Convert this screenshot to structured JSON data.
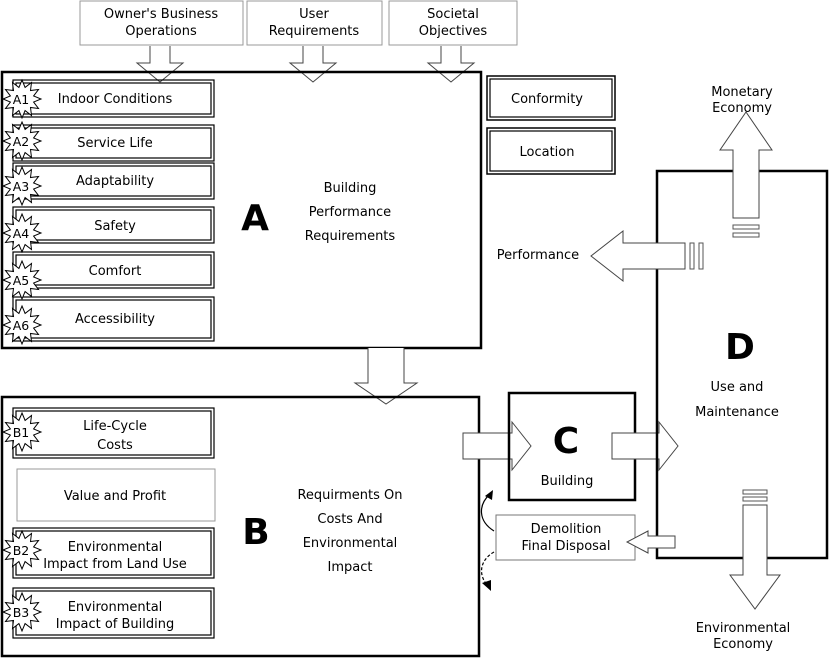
{
  "top_inputs": [
    {
      "line1": "Owner's Business",
      "line2": "Operations"
    },
    {
      "line1": "User",
      "line2": "Requirements"
    },
    {
      "line1": "Societal",
      "line2": "Objectives"
    }
  ],
  "section_a": {
    "letter": "A",
    "title_lines": [
      "Building",
      "Performance",
      "Requirements"
    ],
    "items": [
      {
        "tag": "A1",
        "label": "Indoor Conditions"
      },
      {
        "tag": "A2",
        "label": "Service Life"
      },
      {
        "tag": "A3",
        "label": "Adaptability"
      },
      {
        "tag": "A4",
        "label": "Safety"
      },
      {
        "tag": "A5",
        "label": "Comfort"
      },
      {
        "tag": "A6",
        "label": "Accessibility"
      }
    ]
  },
  "side_boxes": {
    "conformity": "Conformity",
    "location": "Location"
  },
  "section_b": {
    "letter": "B",
    "title_lines": [
      "Requirments On",
      "Costs And",
      "Environmental",
      "Impact"
    ],
    "items": [
      {
        "tag": "B1",
        "lines": [
          "Life-Cycle",
          "Costs"
        ]
      },
      {
        "tag": "",
        "lines": [
          "Value and Profit"
        ]
      },
      {
        "tag": "B2",
        "lines": [
          "Environmental",
          "Impact from Land Use"
        ]
      },
      {
        "tag": "B3",
        "lines": [
          "Environmental",
          "Impact of Building"
        ]
      }
    ]
  },
  "section_c": {
    "letter": "C",
    "label": "Building"
  },
  "section_d": {
    "letter": "D",
    "label_lines": [
      "Use and",
      "Maintenance"
    ]
  },
  "demolition": {
    "lines": [
      "Demolition",
      "Final Disposal"
    ]
  },
  "outputs": {
    "performance": "Performance",
    "monetary": [
      "Monetary",
      "Economy"
    ],
    "environmental": [
      "Environmental",
      "Economy"
    ]
  }
}
